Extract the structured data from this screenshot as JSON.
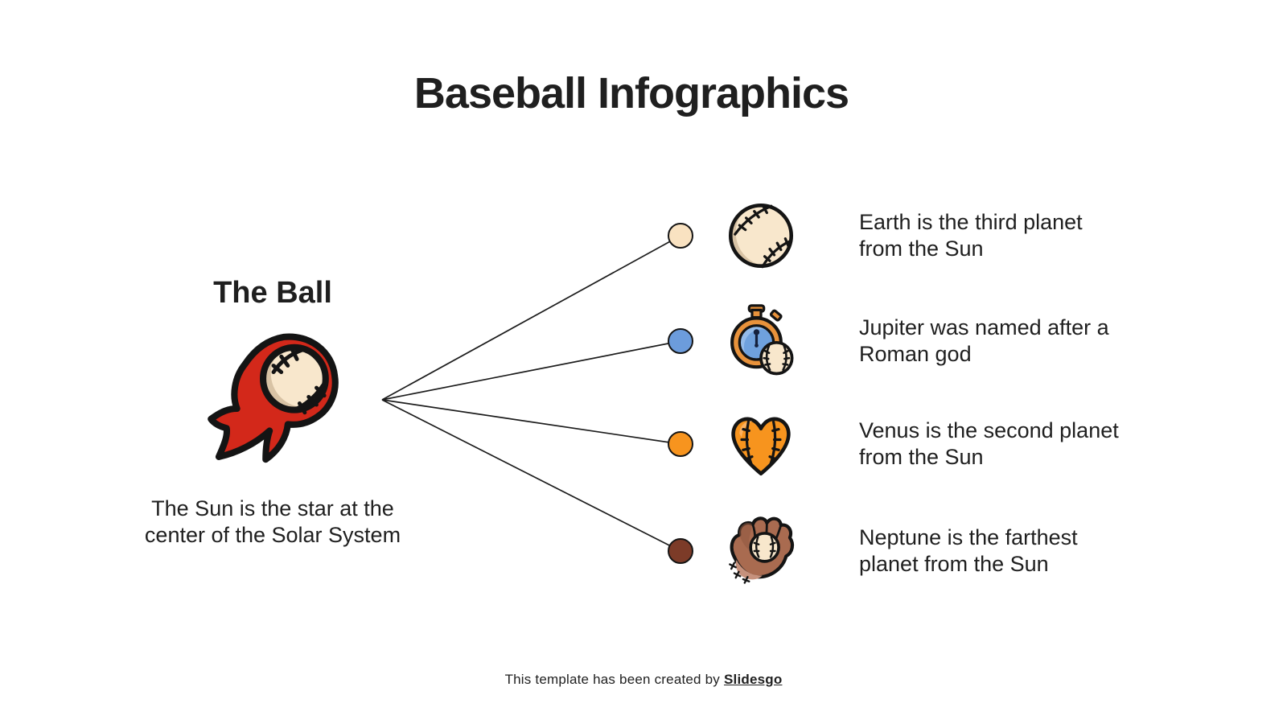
{
  "slide": {
    "title": "Baseball Infographics",
    "background_color": "#ffffff"
  },
  "left_panel": {
    "heading": "The Ball",
    "icon": "flaming-baseball-icon",
    "description_lines": [
      "The Sun is the star at the",
      "center of the Solar System"
    ]
  },
  "items": [
    {
      "icon": "baseball-icon",
      "dot_color": "#F9E2C1",
      "lines": [
        "Earth is the third planet",
        "from the Sun"
      ]
    },
    {
      "icon": "stopwatch-baseball-icon",
      "dot_color": "#6C9CDC",
      "lines": [
        "Jupiter was named after a",
        "Roman god"
      ]
    },
    {
      "icon": "baseball-heart-icon",
      "dot_color": "#F7941E",
      "lines": [
        "Venus is the second planet",
        "from the Sun"
      ]
    },
    {
      "icon": "baseball-glove-icon",
      "dot_color": "#7C3B28",
      "lines": [
        "Neptune is the farthest",
        "planet from the Sun"
      ]
    }
  ],
  "footer": {
    "prefix": "This template has been created by",
    "brand": "Slidesgo"
  },
  "palette": {
    "text_color": "#1f1f1f",
    "line_color": "#1c1c1c",
    "outline": "#141414",
    "flame_red": "#D3281A",
    "ball_cream": "#F8E7CC",
    "ball_shadow": "#D8C3A5",
    "stopwatch_orange": "#E8923B",
    "face_blue": "#6FA1DD",
    "face_blue_light": "#94BBE9",
    "heart_orange": "#F7941E",
    "heart_orange_light": "#FBB160",
    "glove_brown": "#A96B50",
    "glove_brown_light": "#C6917C",
    "glove_brown_dark": "#8F573F"
  }
}
